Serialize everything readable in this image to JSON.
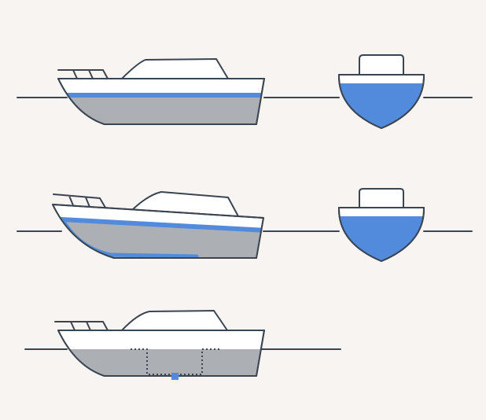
{
  "diagram": {
    "colors": {
      "background": "#f7f4f2",
      "stroke": "#3b4552",
      "hull_fill": "#ffffff",
      "underwater_fill": "#acafb4",
      "water_fill": "#528bdc",
      "drain_marker": "#528bdc"
    },
    "scenes": [
      {
        "name": "boat-level-side-view",
        "state": "level",
        "view": "side"
      },
      {
        "name": "boat-level-bow-view",
        "state": "level",
        "view": "bow"
      },
      {
        "name": "boat-bow-down-side-view",
        "state": "bow-down",
        "view": "side"
      },
      {
        "name": "boat-bow-down-bow-view",
        "state": "bow-down",
        "view": "bow"
      },
      {
        "name": "boat-compartments-side-view",
        "state": "compartments",
        "view": "side"
      }
    ]
  }
}
